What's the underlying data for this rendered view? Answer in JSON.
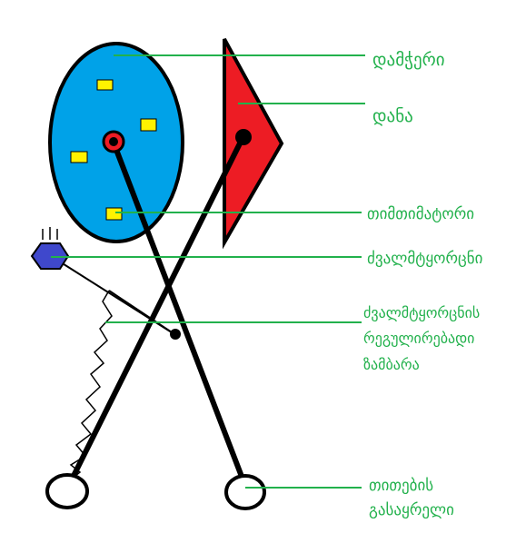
{
  "colors": {
    "label_text": "#22b14c",
    "leader_line": "#22b14c",
    "plate_fill": "#00a2e8",
    "knife_fill": "#ed1c24",
    "marker_fill": "#fff200",
    "nut_fill": "#3f48cc",
    "outline": "#000000"
  },
  "labels": {
    "plate": "დამჭერი",
    "knife": "დანა",
    "markers": "თიმთიმატორი",
    "nut": "ძვალმტყორცნი",
    "spring_line1": "ძვალმტყორცნის",
    "spring_line2": "რეგულირებადი",
    "spring_line3": "ზამბარა",
    "finger_line1": "თითების",
    "finger_line2": "გასაყრელი"
  }
}
